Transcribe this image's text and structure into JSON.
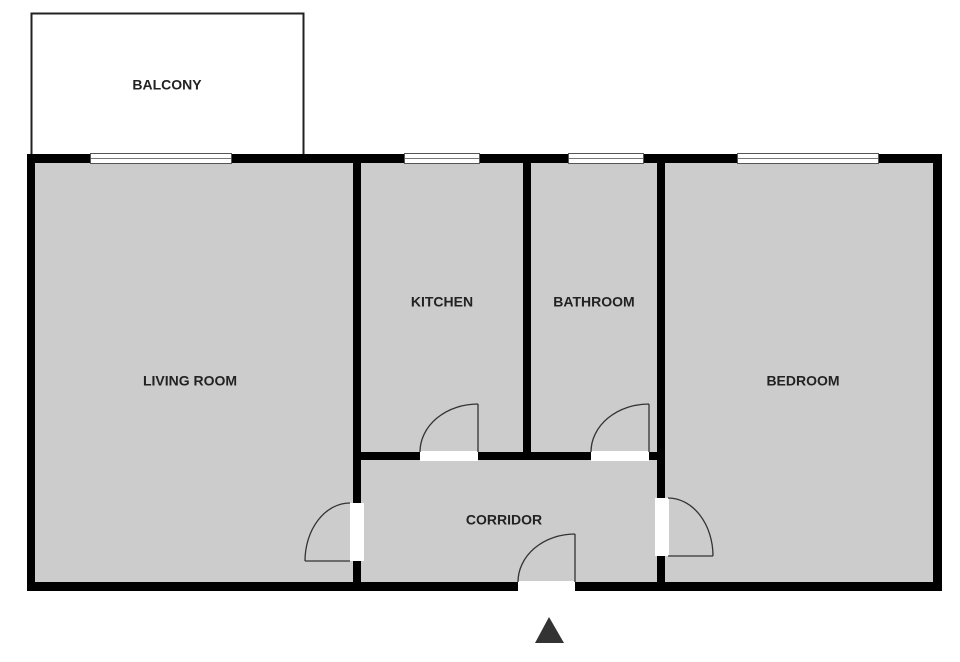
{
  "floorplan": {
    "rooms": [
      {
        "id": "balcony",
        "label": "BALCONY"
      },
      {
        "id": "living-room",
        "label": "LIVING ROOM"
      },
      {
        "id": "kitchen",
        "label": "KITCHEN"
      },
      {
        "id": "bathroom",
        "label": "BATHROOM"
      },
      {
        "id": "bedroom",
        "label": "BEDROOM"
      },
      {
        "id": "corridor",
        "label": "CORRIDOR"
      }
    ],
    "entrance_marker": "entrance-arrow-icon",
    "colors": {
      "room_fill": "#cccccc",
      "wall": "#000000",
      "label": "#222222",
      "background": "#ffffff"
    }
  }
}
